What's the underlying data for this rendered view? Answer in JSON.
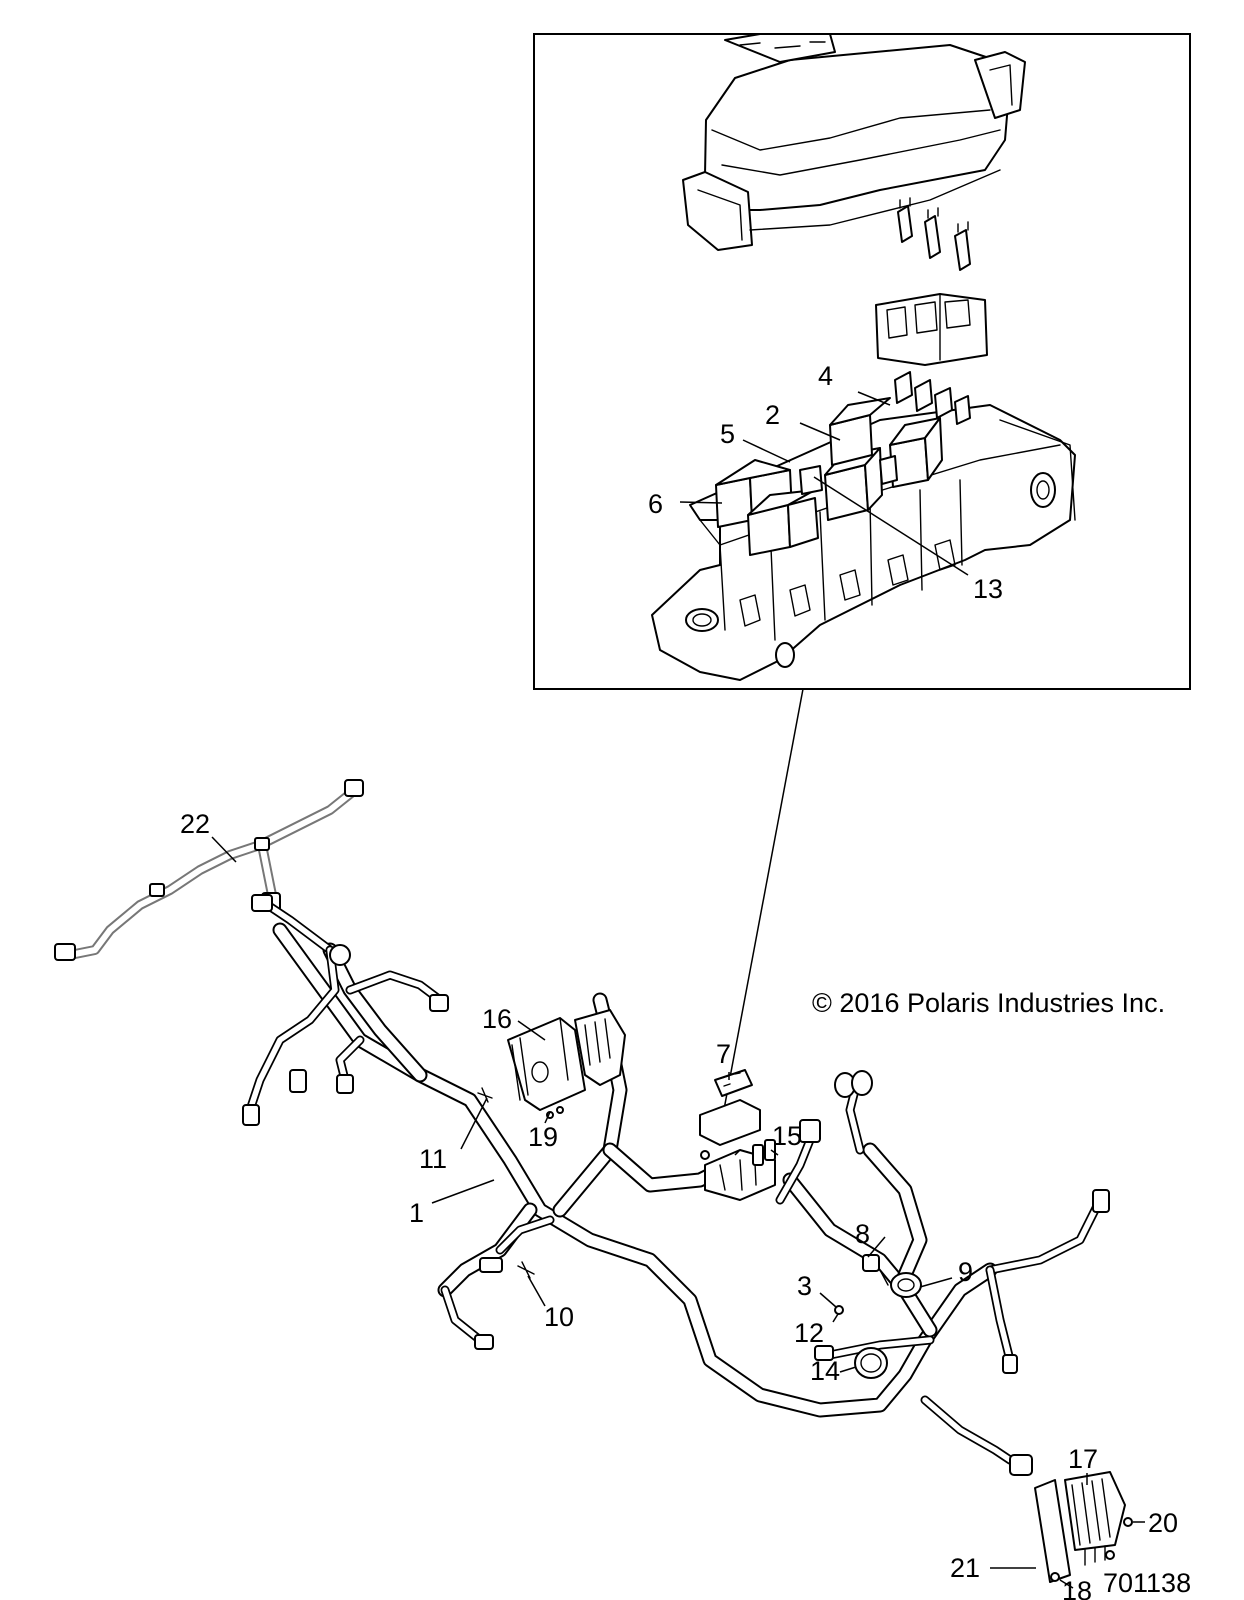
{
  "copyright": "© 2016 Polaris Industries Inc.",
  "figure_number": "701138",
  "callouts": [
    "1",
    "2",
    "3",
    "4",
    "5",
    "6",
    "7",
    "8",
    "9",
    "10",
    "11",
    "12",
    "13",
    "14",
    "15",
    "16",
    "17",
    "18",
    "19",
    "20",
    "21",
    "22"
  ]
}
